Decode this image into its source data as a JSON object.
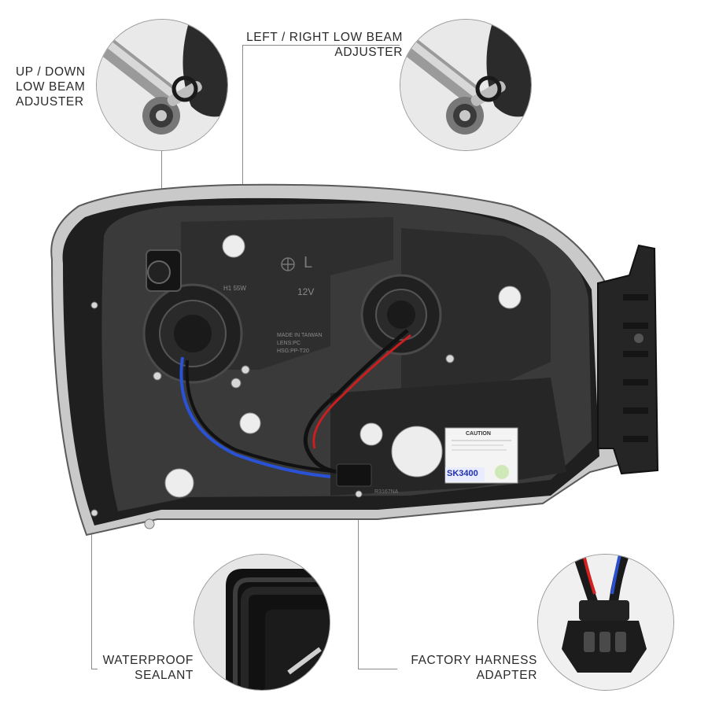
{
  "callouts": {
    "updown": "UP / DOWN\nLOW BEAM\nADJUSTER",
    "leftright": "LEFT / RIGHT LOW BEAM\nADJUSTER",
    "waterproof": "WATERPROOF\nSEALANT",
    "harness": "FACTORY HARNESS\nADAPTER"
  },
  "housing_text": {
    "l_mark": "L",
    "bulb_low": "H1 55W",
    "voltage": "12V",
    "made_in": "MADE IN TAIWAN",
    "lens": "LENS:PC",
    "hsg": "HSG:PP-T20",
    "caution": "CAUTION",
    "part_no": "SK3400",
    "mold_no": "R3167NA"
  }
}
